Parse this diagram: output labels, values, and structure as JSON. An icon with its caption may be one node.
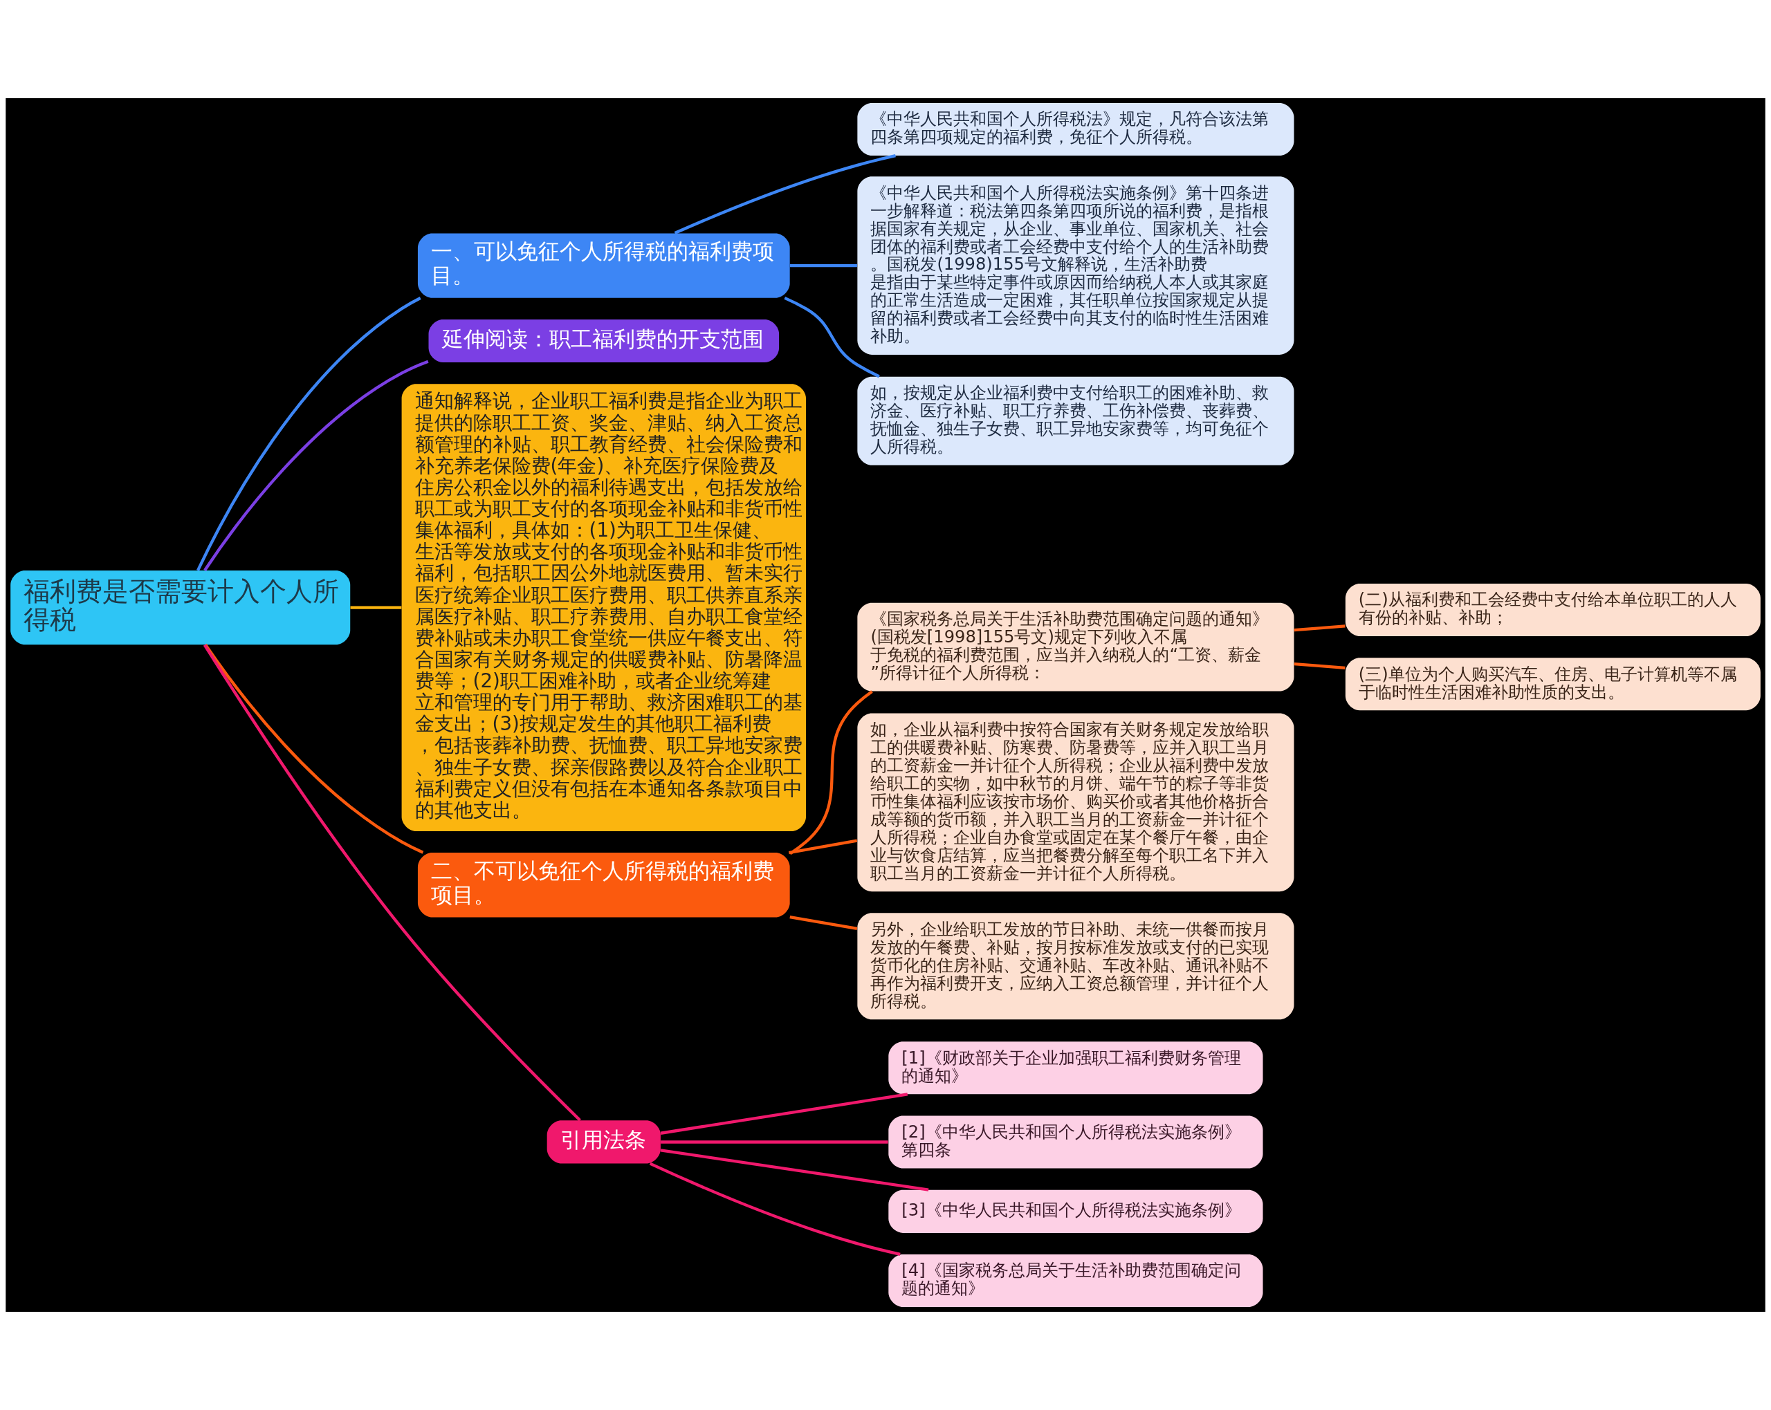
{
  "diagram": {
    "nodes": [
      {
        "text": [
          "福利费是否需要计入个人所得税"
        ]
      },
      {
        "text": [
          "一、可以免征个人所得税的福利费项目。"
        ]
      },
      {
        "text": [
          "《中华人民共和国个人所得税法》规定，凡符合该法第四条第四项规定的福利费，免征个人所得税。"
        ]
      },
      {
        "text": [
          "《中华人民共和国个人所得税法实施条例》第十四条进一步解释道：税法第四条第四项所说的福利费，是指根据国家有关规定，从企业、事业单位、国家机关、社会团体的福利费或者工会经费中支付给个人的生活补助费。国税发(1998)155号文解释说，生活补助费是指由于某些特定事件或原因而给纳税人本人或其家庭的正常生活造成一定困难，其任职单位按国家规定从提留的福利费或者工会经费中向其支付的临时性生活困难补助。"
        ]
      },
      {
        "text": [
          "如，按规定从企业福利费中支付给职工的困难补助、救济金、医疗补贴、职工疗养费、工伤补偿费、丧葬费、抚恤金、独生子女费、职工异地安家费等，均可免征个人所得税。"
        ]
      },
      {
        "text": [
          "延伸阅读：职工福利费的开支范围"
        ]
      },
      {
        "text": [
          "通知解释说，企业职工福利费是指企业为职工提供的除职工工资、奖金、津贴、纳入工资总额管理的补贴、职工教育经费、社会保险费和补充养老保险费(年金)、补充医疗保险费及住房公积金以外的福利待遇支出，包括发放给职工或为职工支付的各项现金补贴和非货币性集体福利，具体如：(1)为职工卫生保健、生活等发放或支付的各项现金补贴和非货币性福利，包括职工因公外地就医费用、暂未实行医疗统筹企业职工医疗费用、职工供养直系亲属医疗补贴、职工疗养费用、自办职工食堂经费补贴或未办职工食堂统一供应午餐支出、符合国家有关财务规定的供暖费补贴、防暑降温费等；(2)职工困难补助，或者企业统筹建立和管理的专门用于帮助、救济困难职工的基金支出；(3)按规定发生的其他职工福利费，包括丧葬补助费、抚恤费、职工异地安家费、独生子女费、探亲假路费以及符合企业职工福利费定义但没有包括在本通知各条款项目中的其他支出。"
        ]
      },
      {
        "text": [
          "二、不可以免征个人所得税的福利费项目。"
        ]
      },
      {
        "text": [
          "《国家税务总局关于生活补助费范围确定问题的通知》(国税发[1998]155号文)规定下列收入不属于免税的福利费范围，应当并入纳税人的“工资、薪金”所得计征个人所得税："
        ]
      },
      {
        "text": [
          "(二)从福利费和工会经费中支付给本单位职工的人人有份的补贴、补助；"
        ]
      },
      {
        "text": [
          "(三)单位为个人购买汽车、住房、电子计算机等不属于临时性生活困难补助性质的支出。"
        ]
      },
      {
        "text": [
          "如，企业从福利费中按符合国家有关财务规定发放给职工的供暖费补贴、防寒费、防暑费等，应并入职工当月的工资薪金一并计征个人所得税；企业从福利费中发放给职工的实物，如中秋节的月饼、端午节的粽子等非货币性集体福利应该按市场价、购买价或者其他价格折合成等额的货币额，并入职工当月的工资薪金一并计征个人所得税；企业自办食堂或固定在某个餐厅午餐，由企业与饮食店结算，应当把餐费分解至每个职工名下并入职工当月的工资薪金一并计征个人所得税。"
        ]
      },
      {
        "text": [
          "另外，企业给职工发放的节日补助、未统一供餐而按月发放的午餐费、补贴，按月按标准发放或支付的已实现货币化的住房补贴、交通补贴、车改补贴、通讯补贴不再作为福利费开支，应纳入工资总额管理，并计征个人所得税。"
        ]
      },
      {
        "text": [
          "引用法条"
        ]
      },
      {
        "text": [
          "[1]《财政部关于企业加强职工福利费财务管理的通知》"
        ]
      },
      {
        "text": [
          "[2]《中华人民共和国个人所得税法实施条例》第四条"
        ]
      },
      {
        "text": [
          "[3]《中华人民共和国个人所得税法实施条例》"
        ]
      },
      {
        "text": [
          "[4]《国家税务总局关于生活补助费范围确定问题的通知》"
        ]
      }
    ],
    "edges": [
      {
        "from": 0,
        "to": 1,
        "arrow": "none",
        "color": "#3d86f5"
      },
      {
        "from": 1,
        "to": 2,
        "arrow": "none",
        "color": "#3d86f5"
      },
      {
        "from": 1,
        "to": 3,
        "arrow": "none",
        "color": "#3d86f5"
      },
      {
        "from": 1,
        "to": 4,
        "arrow": "none",
        "color": "#3d86f5"
      },
      {
        "from": 0,
        "to": 5,
        "arrow": "none",
        "color": "#7b3fe4"
      },
      {
        "from": 0,
        "to": 6,
        "arrow": "none",
        "color": "#fbb50f"
      },
      {
        "from": 0,
        "to": 7,
        "arrow": "none"
      },
      {
        "from": 7,
        "to": 8,
        "arrow": "none"
      },
      {
        "from": 8,
        "to": 9,
        "arrow": "none"
      },
      {
        "from": 8,
        "to": 10,
        "arrow": "none"
      },
      {
        "from": 7,
        "to": 11,
        "arrow": "none"
      },
      {
        "from": 7,
        "to": 12,
        "arrow": "none"
      },
      {
        "from": 0,
        "to": 13,
        "arrow": "none",
        "color": "#f0186c"
      },
      {
        "from": 13,
        "to": 14,
        "arrow": "none",
        "color": "#f0186c"
      },
      {
        "from": 13,
        "to": 15,
        "arrow": "none",
        "color": "#f0186c"
      },
      {
        "from": 13,
        "to": 16,
        "arrow": "none",
        "color": "#f0186c"
      },
      {
        "from": 13,
        "to": 17,
        "arrow": "none",
        "color": "#f0186c"
      }
    ]
  }
}
